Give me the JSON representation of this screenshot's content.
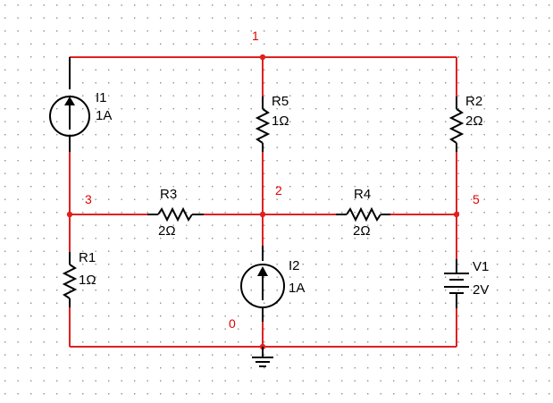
{
  "colors": {
    "background": "#ffffff",
    "grid_dot": "#8c8c8c",
    "wire": "#e02020",
    "node_dot": "#e02020",
    "component": "#000000",
    "node_label": "#e00000"
  },
  "nodes": {
    "n1": "1",
    "n2": "2",
    "n3": "3",
    "n5": "5",
    "n0": "0"
  },
  "components": {
    "I1": {
      "name": "I1",
      "value": "1A",
      "kind": "current-source"
    },
    "I2": {
      "name": "I2",
      "value": "1A",
      "kind": "current-source"
    },
    "R1": {
      "name": "R1",
      "value": "1Ω",
      "kind": "resistor"
    },
    "R2": {
      "name": "R2",
      "value": "2Ω",
      "kind": "resistor"
    },
    "R3": {
      "name": "R3",
      "value": "2Ω",
      "kind": "resistor"
    },
    "R4": {
      "name": "R4",
      "value": "2Ω",
      "kind": "resistor"
    },
    "R5": {
      "name": "R5",
      "value": "1Ω",
      "kind": "resistor"
    },
    "V1": {
      "name": "V1",
      "value": "2V",
      "kind": "battery"
    }
  },
  "ground": {
    "icon": "ground-icon"
  }
}
